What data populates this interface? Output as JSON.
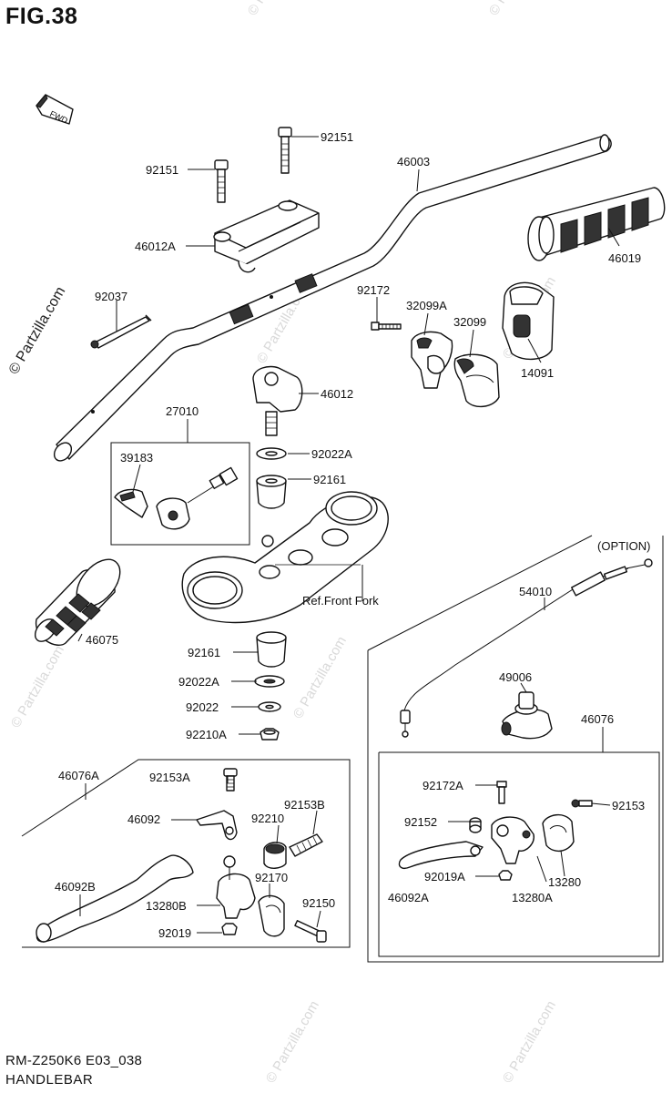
{
  "figure": {
    "title": "FIG.38",
    "code": "RM-Z250K6 E03_038",
    "name": "HANDLEBAR",
    "option_label": "(OPTION)",
    "direction_label": "FWD"
  },
  "watermarks": {
    "main": "© Partzilla.com",
    "faint": "© Partzilla.com"
  },
  "parts": {
    "p92151_top": "92151",
    "p92151_left": "92151",
    "p46003": "46003",
    "p46012A": "46012A",
    "p46019": "46019",
    "p92037": "92037",
    "p92172": "92172",
    "p32099A": "32099A",
    "p32099": "32099",
    "p14091": "14091",
    "p46012": "46012",
    "p27010": "27010",
    "p39183": "39183",
    "p92022A_top": "92022A",
    "p92161_top": "92161",
    "pRefFork": "Ref.Front Fork",
    "p46075": "46075",
    "p92161_bot": "92161",
    "p92022A_bot": "92022A",
    "p92022": "92022",
    "p92210A": "92210A",
    "p54010": "54010",
    "p49006": "49006",
    "p46076": "46076",
    "p46076A": "46076A",
    "p92153A": "92153A",
    "p46092": "46092",
    "p92210": "92210",
    "p92153B": "92153B",
    "p46092B": "46092B",
    "p92170": "92170",
    "p13280B": "13280B",
    "p92150": "92150",
    "p92019": "92019",
    "p92172A": "92172A",
    "p92153": "92153",
    "p92152": "92152",
    "p92019A": "92019A",
    "p13280": "13280",
    "p46092A": "46092A",
    "p13280A": "13280A"
  }
}
